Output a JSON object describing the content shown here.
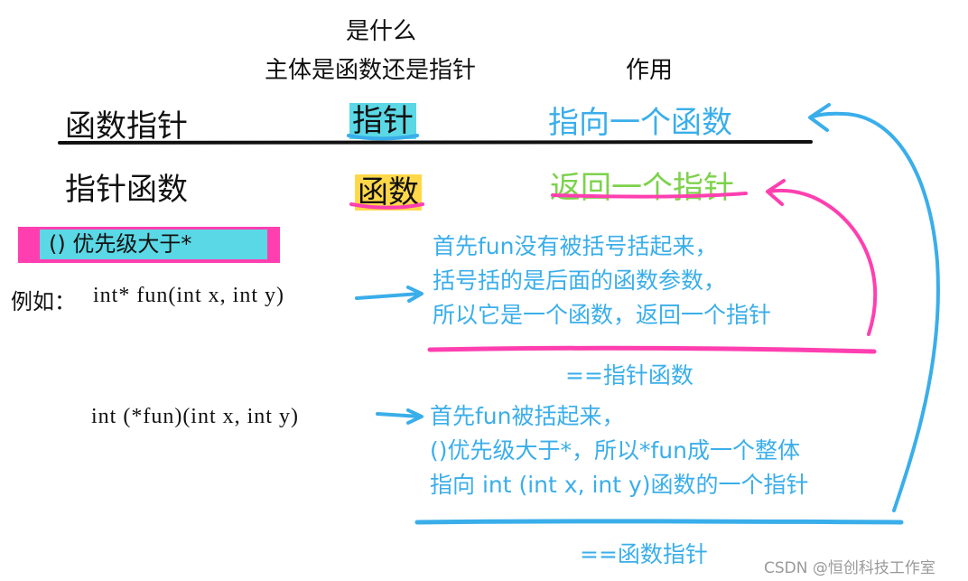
{
  "header": {
    "what_is_it": "是什么",
    "subject_question": "主体是函数还是指针",
    "function_role": "作用"
  },
  "rows": [
    {
      "term": "函数指针",
      "subject": "指针",
      "role": "指向一个函数"
    },
    {
      "term": "指针函数",
      "subject": "函数",
      "role": "返回一个指针"
    }
  ],
  "rule": "() 优先级大于*",
  "example_label": "例如：",
  "examples": [
    {
      "code": "int* fun(int x, int y)",
      "explanation": [
        "首先fun没有被括号括起来，",
        "括号括的是后面的函数参数，",
        "所以它是一个函数，返回一个指针"
      ],
      "equals": "==指针函数"
    },
    {
      "code": "int (*fun)(int x, int y)",
      "explanation": [
        "首先fun被括起来，",
        "()优先级大于*，所以*fun成一个整体",
        "指向 int (int x, int y)函数的一个指针"
      ],
      "equals": "==函数指针"
    }
  ],
  "watermark": "CSDN @恒创科技工作室",
  "colors": {
    "blue": "#3aaeea",
    "green": "#7cd24a",
    "pink": "#ff3fb0",
    "cyan": "#5ad8e6",
    "yellow": "#ffd84a"
  }
}
